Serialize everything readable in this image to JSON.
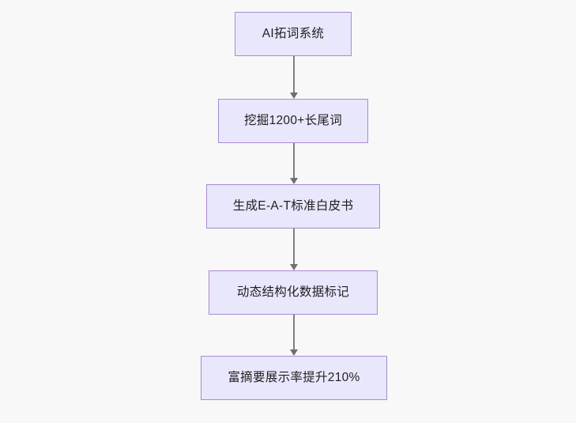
{
  "diagram": {
    "type": "flowchart",
    "orientation": "top-to-bottom",
    "background_color": "#f8f8f8",
    "node_fill_color": "#e9e7fb",
    "node_border_color": "#a78bd0",
    "node_text_color": "#1f1f20",
    "edge_color": "#7e7e80",
    "nodes": [
      {
        "id": "n1",
        "label": "AI拓词系统"
      },
      {
        "id": "n2",
        "label": "挖掘1200+长尾词"
      },
      {
        "id": "n3",
        "label": "生成E-A-T标准白皮书"
      },
      {
        "id": "n4",
        "label": "动态结构化数据标记"
      },
      {
        "id": "n5",
        "label": "富摘要展示率提升210%"
      }
    ],
    "edges": [
      {
        "from": "n1",
        "to": "n2"
      },
      {
        "from": "n2",
        "to": "n3"
      },
      {
        "from": "n3",
        "to": "n4"
      },
      {
        "from": "n4",
        "to": "n5"
      }
    ]
  }
}
